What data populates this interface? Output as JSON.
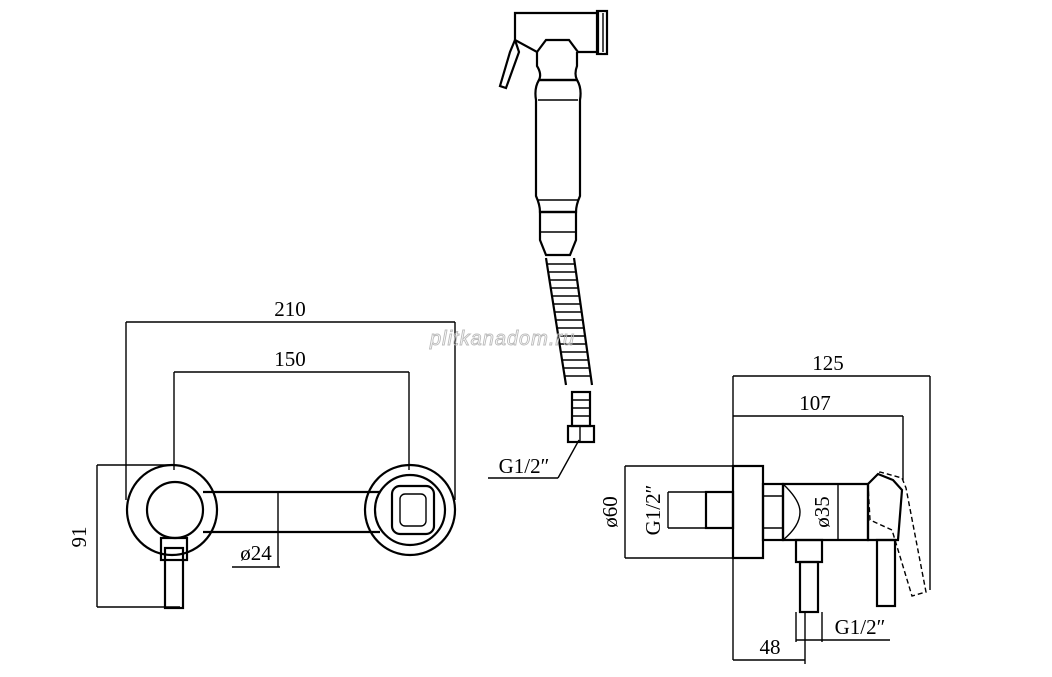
{
  "watermark": "plitkanadom.ru",
  "dims": {
    "overall_width": "210",
    "centers": "150",
    "height": "91",
    "pipe_diameter": "ø24",
    "thread_top": "G1/2″",
    "depth_total": "125",
    "depth_body": "107",
    "flange_diameter": "ø60",
    "thread_side": "G1/2″",
    "body_diameter": "ø35",
    "outlet_offset": "48",
    "thread_bottom": "G1/2″"
  }
}
